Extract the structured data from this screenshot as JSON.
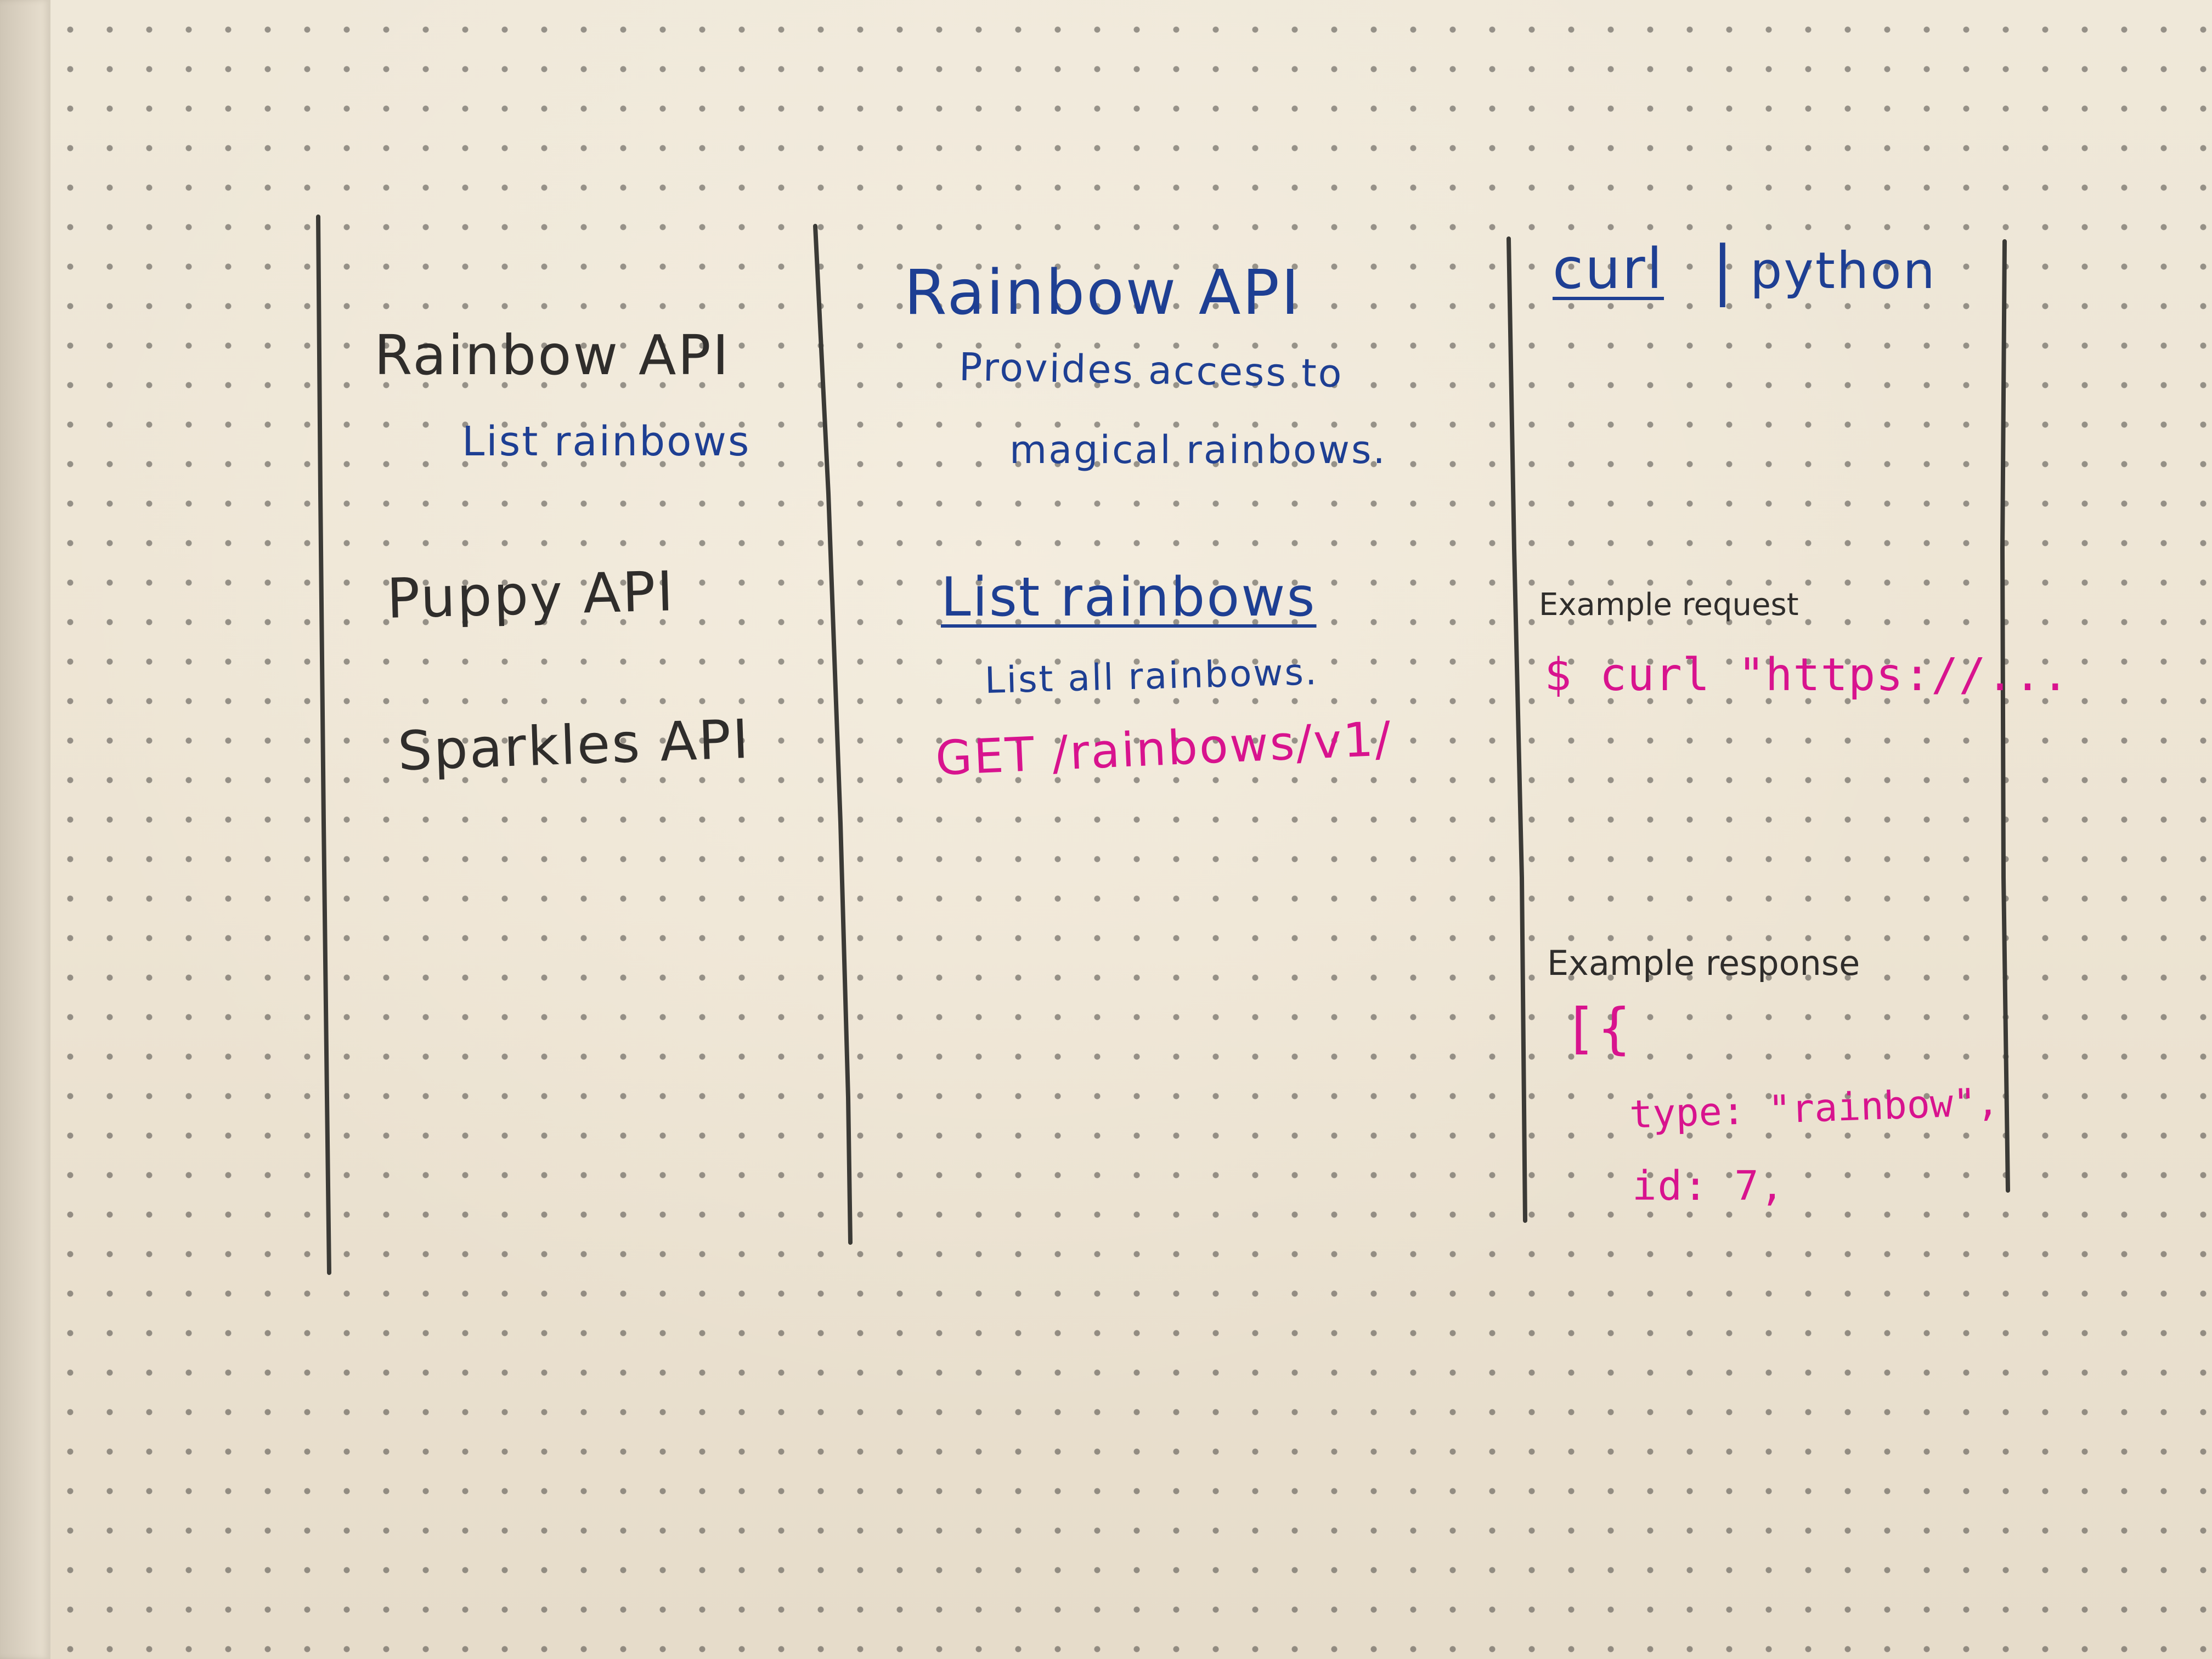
{
  "nav_column": {
    "items": [
      {
        "label": "Rainbow API"
      },
      {
        "label": "List rainbows"
      },
      {
        "label": "Puppy API"
      },
      {
        "label": "Sparkles API"
      }
    ]
  },
  "content_column": {
    "title": "Rainbow API",
    "description_line_1": "Provides access to",
    "description_line_2": "magical rainbows.",
    "section_heading": "List rainbows",
    "section_description": "List all rainbows.",
    "endpoint": "GET /rainbows/v1/"
  },
  "code_column": {
    "tabs": {
      "active": "curl",
      "separator": "|",
      "inactive": "python"
    },
    "request_label": "Example request",
    "request_code": "$ curl \"https://...",
    "response_label": "Example response",
    "response_lines": [
      "[{",
      "type: \"rainbow\",",
      "id: 7,"
    ]
  },
  "colors": {
    "paper": "#ede5d6",
    "dot": "#4b4844",
    "ink_black": "#2f2d2b",
    "ink_blue": "#1e3f93",
    "ink_pink": "#d8138e"
  }
}
